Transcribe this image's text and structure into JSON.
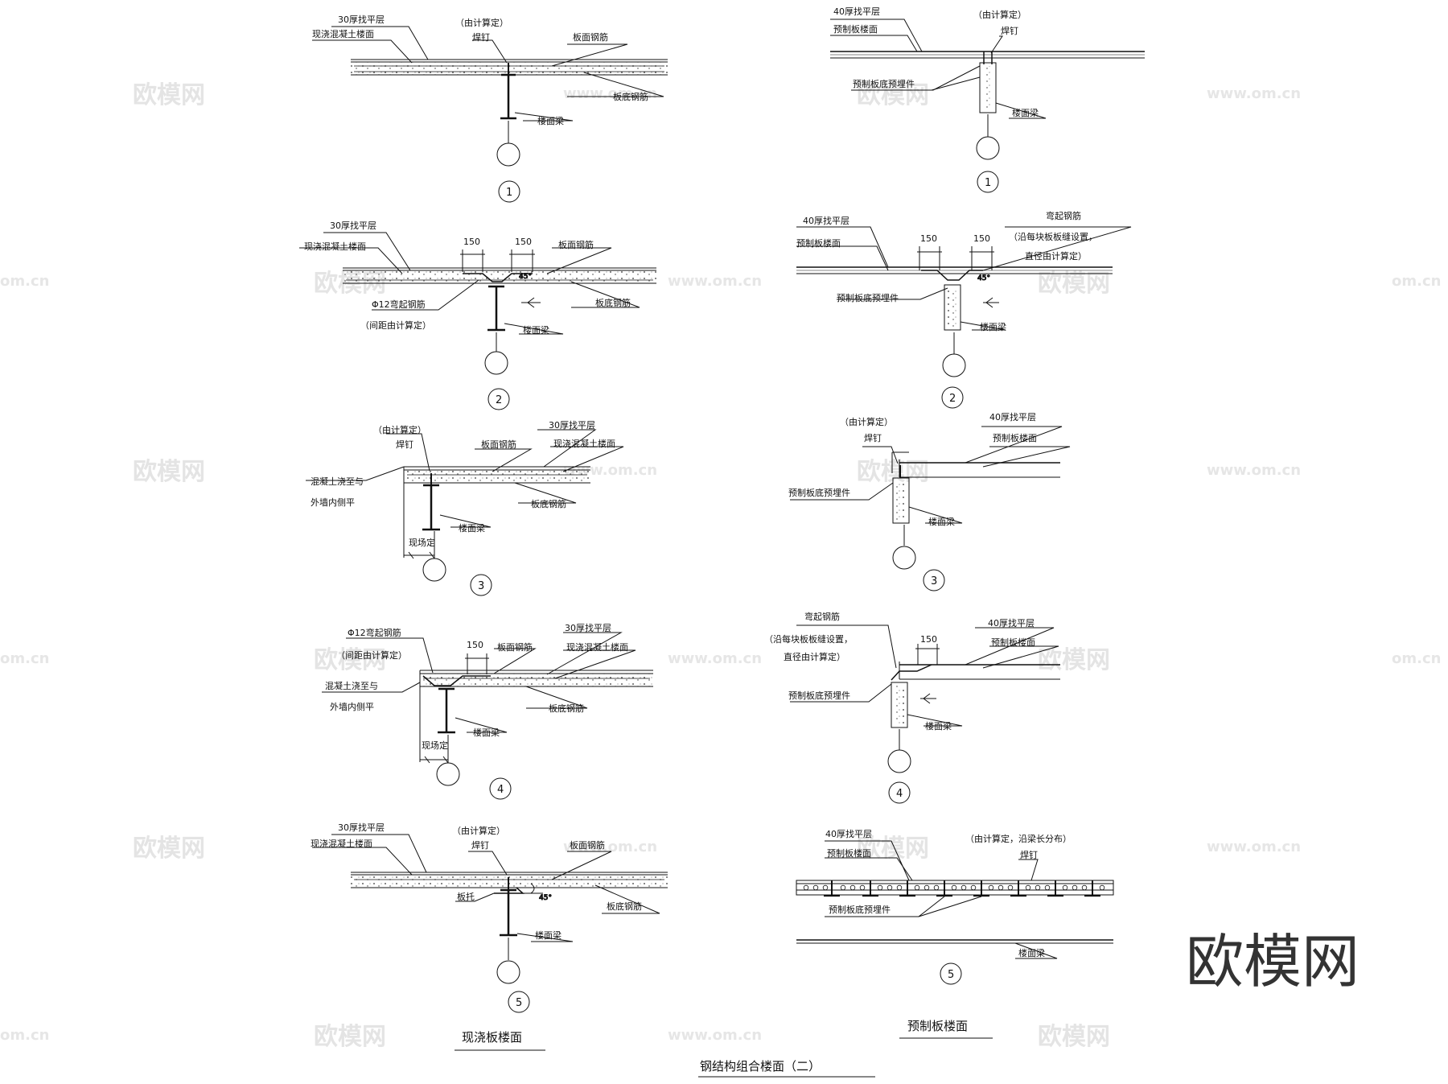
{
  "watermarks": {
    "brand": "欧模网",
    "url": "www.om.cn",
    "url_short": "om.cn"
  },
  "left": {
    "d1": {
      "l30": "30厚找平层",
      "cast": "现浇混凝土楼面",
      "calc": "（由计算定）",
      "stud": "焊钉",
      "top": "板面钢筋",
      "bottom": "板底钢筋",
      "beam": "楼面梁",
      "num": "1"
    },
    "d2": {
      "l30": "30厚找平层",
      "cast": "现浇混凝土楼面",
      "dim1": "150",
      "dim2": "150",
      "top": "板面钢筋",
      "bent": "Φ12弯起钢筋",
      "spacing": "（间距由计算定）",
      "bottom": "板底钢筋",
      "beam": "楼面梁",
      "num": "2"
    },
    "d3": {
      "calc": "（由计算定）",
      "l30": "30厚找平层",
      "stud": "焊钉",
      "top": "板面钢筋",
      "cast": "现浇混凝土楼面",
      "edge1": "混凝土浇至与",
      "edge2": "外墙内侧平",
      "bottom": "板底钢筋",
      "beam": "楼面梁",
      "site": "现场定",
      "num": "3"
    },
    "d4": {
      "bent": "Φ12弯起钢筋",
      "l30": "30厚找平层",
      "spacing": "（间距由计算定）",
      "dim": "150",
      "top": "板面钢筋",
      "cast": "现浇混凝土楼面",
      "edge1": "混凝土浇至与",
      "edge2": "外墙内侧平",
      "bottom": "板底钢筋",
      "beam": "楼面梁",
      "site": "现场定",
      "num": "4"
    },
    "d5": {
      "l30": "30厚找平层",
      "calc": "（由计算定）",
      "cast": "现浇混凝土楼面",
      "stud": "焊钉",
      "top": "板面钢筋",
      "angle": "45°",
      "bracket": "板托",
      "bottom": "板底钢筋",
      "beam": "楼面梁",
      "num": "5"
    },
    "subtitle": "现浇板楼面"
  },
  "right": {
    "d1": {
      "l40": "40厚找平层",
      "calc": "（由计算定）",
      "pre": "预制板楼面",
      "stud": "焊钉",
      "embed": "预制板底预埋件",
      "beam": "楼面梁",
      "num": "1"
    },
    "d2": {
      "l40": "40厚找平层",
      "bent": "弯起钢筋",
      "dim1": "150",
      "dim2": "150",
      "note1": "（沿每块板板缝设置，",
      "note2": "直径由计算定）",
      "pre": "预制板楼面",
      "embed": "预制板底预埋件",
      "beam": "楼面梁",
      "num": "2"
    },
    "d3": {
      "calc": "（由计算定）",
      "l40": "40厚找平层",
      "stud": "焊钉",
      "pre": "预制板楼面",
      "embed": "预制板底预埋件",
      "beam": "楼面梁",
      "num": "3"
    },
    "d4": {
      "bent": "弯起钢筋",
      "note1": "（沿每块板板缝设置，",
      "note2": "直径由计算定）",
      "dim": "150",
      "l40": "40厚找平层",
      "pre": "预制板楼面",
      "embed": "预制板底预埋件",
      "beam": "楼面梁",
      "num": "4"
    },
    "d5": {
      "l40": "40厚找平层",
      "calc": "（由计算定，沿梁长分布）",
      "pre": "预制板楼面",
      "stud": "焊钉",
      "embed": "预制板底预埋件",
      "beam": "楼面梁",
      "num": "5"
    },
    "subtitle": "预制板楼面"
  },
  "title": "钢结构组合楼面（二）"
}
